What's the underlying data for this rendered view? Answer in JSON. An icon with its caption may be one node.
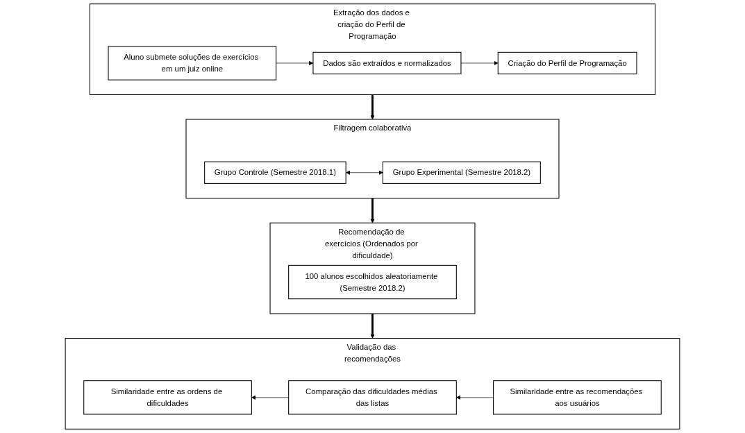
{
  "diagram": {
    "nodes": [
      {
        "text": [
          "Extração dos dados e criação do Perfil de Programação"
        ]
      },
      {
        "text": [
          "Aluno submete soluções de exercícios em um juiz online"
        ],
        "in": 0
      },
      {
        "text": [
          "Dados são extraídos e normalizados"
        ],
        "in": 0
      },
      {
        "text": [
          "Criação do Perfil de Programação"
        ],
        "in": 0
      },
      {
        "text": [
          "Filtragem colaborativa"
        ]
      },
      {
        "text": [
          "Grupo Controle (Semestre 2018.1)"
        ],
        "in": 4
      },
      {
        "text": [
          "Grupo Experimental (Semestre 2018.2)"
        ],
        "in": 4
      },
      {
        "text": [
          "Recomendação de exercícios (Ordenados por dificuldade)"
        ]
      },
      {
        "text": [
          "100 alunos escolhidos aleatoriamente (Semestre 2018.2)"
        ],
        "in": 7
      },
      {
        "text": [
          "Validação das recomendações"
        ]
      },
      {
        "text": [
          "Similaridade entre as ordens de dificuldades"
        ],
        "in": 9
      },
      {
        "text": [
          "Comparação das dificuldades médias das listas"
        ],
        "in": 9
      },
      {
        "text": [
          "Similaridade entre as recomendações aos usuários"
        ],
        "in": 9
      }
    ],
    "edges": [
      {
        "from": 1,
        "to": 2,
        "arrow": "to"
      },
      {
        "from": 2,
        "to": 3,
        "arrow": "to"
      },
      {
        "from": 0,
        "to": 4,
        "arrow": "to",
        "style": "thick"
      },
      {
        "from": 5,
        "to": 6,
        "arrow": "both"
      },
      {
        "from": 4,
        "to": 7,
        "arrow": "to",
        "style": "thick"
      },
      {
        "from": 7,
        "to": 9,
        "arrow": "to",
        "style": "thick"
      },
      {
        "from": 12,
        "to": 11,
        "arrow": "to"
      },
      {
        "from": 11,
        "to": 10,
        "arrow": "to"
      }
    ]
  }
}
